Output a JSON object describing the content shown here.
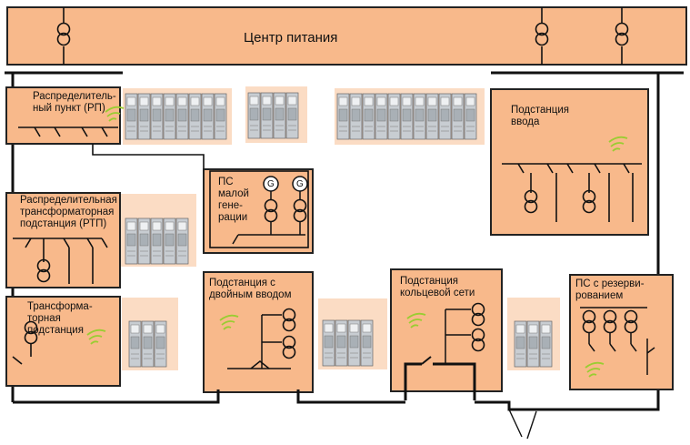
{
  "center": {
    "label": "Центр питания"
  },
  "nodes": {
    "rp": {
      "label": "Распределитель-\nный пункт (РП)"
    },
    "rtp": {
      "label": "Распределительная\nтрансформаторная\nподстанция (РТП)"
    },
    "tp": {
      "label": "Трансформа-\nторная\nподстанция"
    },
    "gen": {
      "label": "ПС\nмалой\nгене-\nрации",
      "generator_symbol": "G"
    },
    "dual": {
      "label": "Подстанция с\nдвойным вводом"
    },
    "ring": {
      "label": "Подстанция\nкольцевой сети"
    },
    "res": {
      "label": "ПС с резерви-\nрованием"
    },
    "input": {
      "label": "Подстанция\nввода"
    }
  },
  "colors": {
    "substation_fill": "#f8b98b",
    "photo_bg": "#fbdcc4",
    "cabinet": "#c8cdd2",
    "line": "#111111",
    "wireless": "#9acd32"
  },
  "icons": {
    "transformer": "transformer-icon",
    "switch": "switch-icon",
    "wireless": "wireless-signal-icon",
    "switchgear": "switchgear-cabinet-icon"
  }
}
